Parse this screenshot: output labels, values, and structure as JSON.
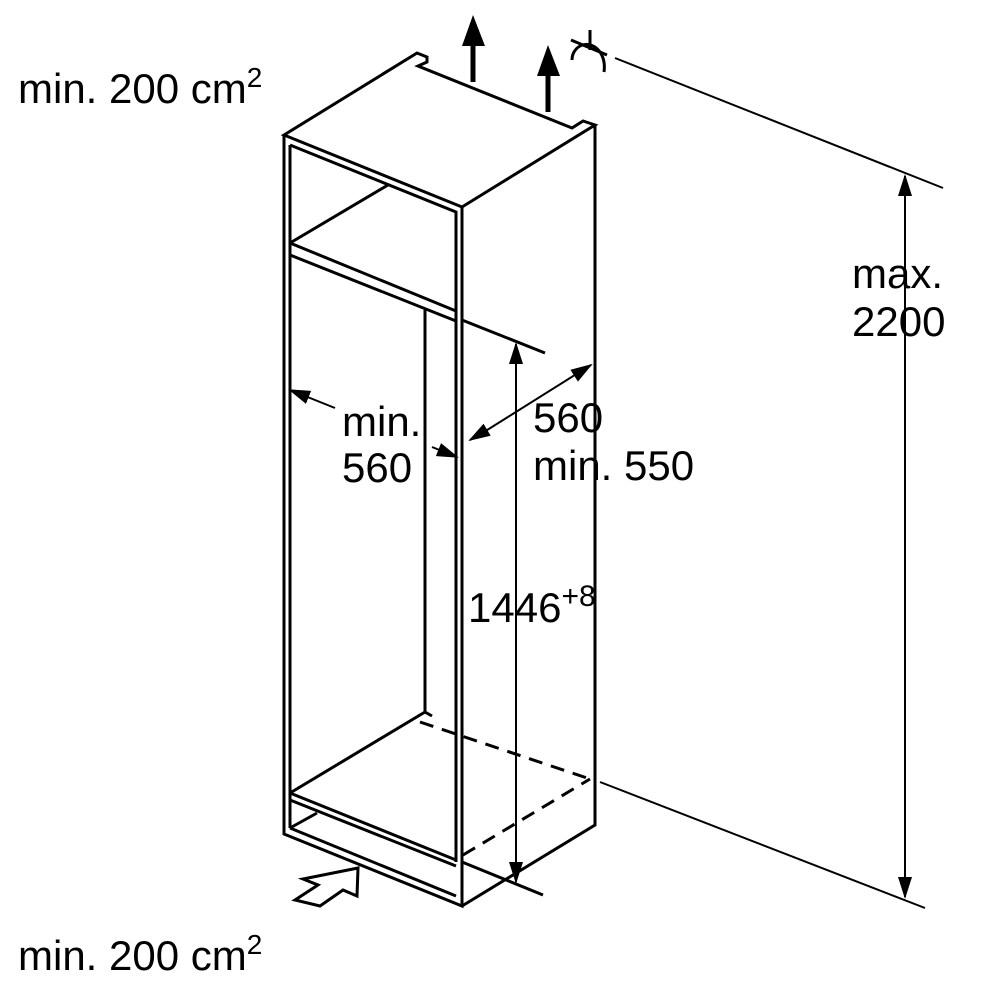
{
  "labels": {
    "top_vent": "min. 200 cm",
    "top_vent_sup": "2",
    "bottom_vent": "min. 200 cm",
    "bottom_vent_sup": "2",
    "max_height_line1": "max.",
    "max_height_line2": "2200",
    "niche_width_line1": "min.",
    "niche_width_line2": "560",
    "depth_line1": "560",
    "depth_line2": "min. 550",
    "niche_height": "1446",
    "niche_height_tolerance": "+8"
  },
  "colors": {
    "line": "#000000",
    "background": "#ffffff"
  }
}
